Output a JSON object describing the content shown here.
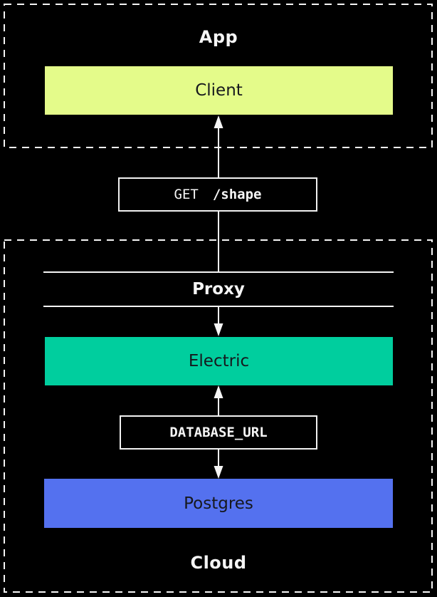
{
  "diagram": {
    "app_group": {
      "label": "App"
    },
    "cloud_group": {
      "label": "Cloud"
    },
    "nodes": {
      "client": {
        "label": "Client",
        "fill": "#e4fb8a"
      },
      "proxy": {
        "label": "Proxy"
      },
      "electric": {
        "label": "Electric",
        "fill": "#00ce9e"
      },
      "postgres": {
        "label": "Postgres",
        "fill": "#5471ef"
      }
    },
    "edge_labels": {
      "request": {
        "method": "GET",
        "path": "/shape"
      },
      "database_url": {
        "text": "DATABASE_URL"
      }
    }
  },
  "colors": {
    "background": "#000000",
    "line": "#f5f5f5",
    "dashed_border": "#f5f5f5",
    "box_text": "#16181d",
    "client_fill": "#e4fb8a",
    "electric_fill": "#00ce9e",
    "postgres_fill": "#5471ef"
  }
}
